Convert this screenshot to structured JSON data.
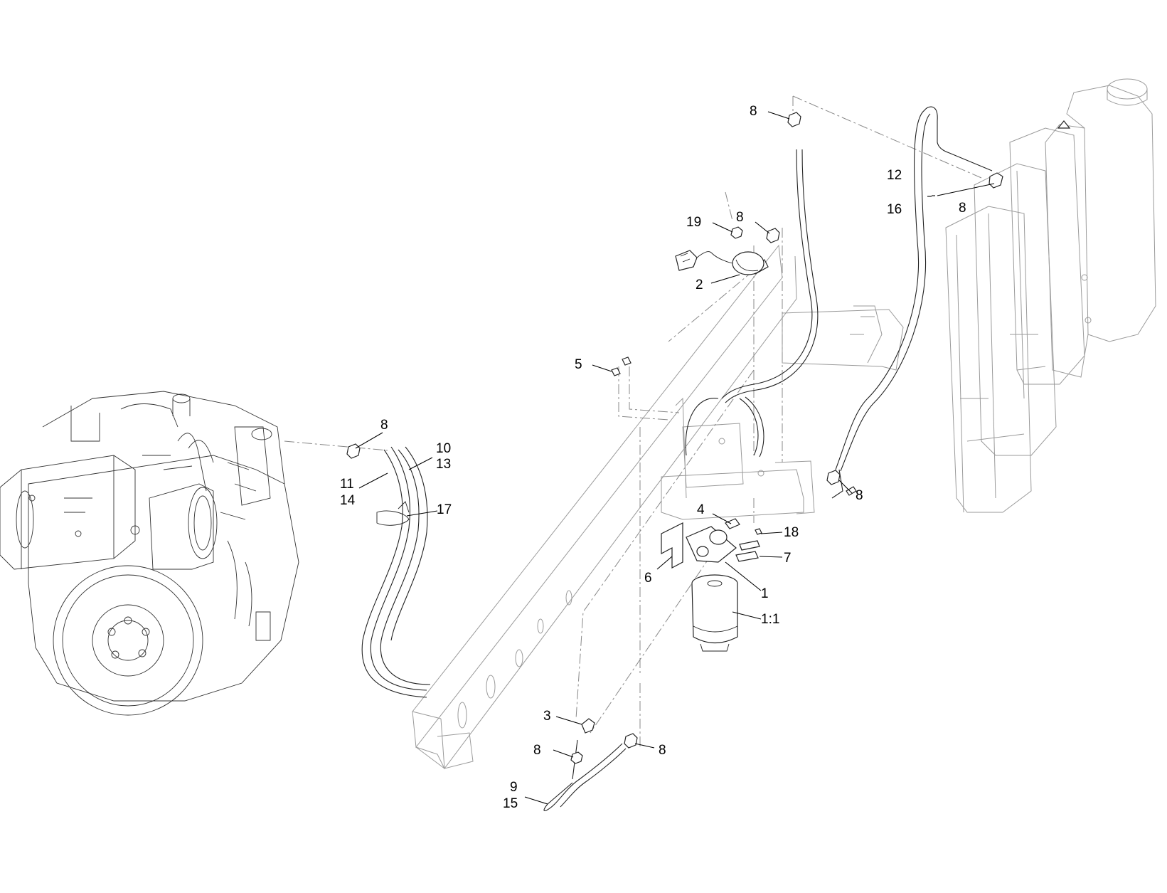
{
  "callouts": {
    "c8_top": "8",
    "c12": "12",
    "c16": "16",
    "c8_tank": "8",
    "c19": "19",
    "c8_switch": "8",
    "c2": "2",
    "c5": "5",
    "c8_engine": "8",
    "c10": "10",
    "c13": "13",
    "c11": "11",
    "c14": "14",
    "c17": "17",
    "c8_right": "8",
    "c4": "4",
    "c18": "18",
    "c7": "7",
    "c6": "6",
    "c1": "1",
    "c1_1": "1:1",
    "c3": "3",
    "c8_low_left": "8",
    "c8_low_right": "8",
    "c9": "9",
    "c15": "15"
  }
}
